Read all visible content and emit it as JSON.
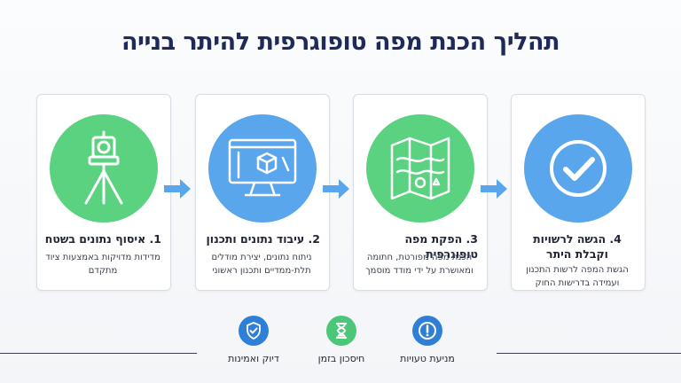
{
  "title": "תהליך הכנת מפה טופוגרפית להיתר בנייה",
  "steps": [
    {
      "title": "1. איסוף נתונים בשטח",
      "desc": "מדידות מדויקות באמצעות ציוד מתקדם",
      "icon": "total-station-tripod-icon",
      "color": "#5ad27f"
    },
    {
      "title": "2. עיבוד נתונים ותכנון",
      "desc": "ניתוח נתונים, יצירת מודלים תלת-ממדיים ותכנון ראשוני",
      "icon": "computer-3d-model-icon",
      "color": "#5aa6ec"
    },
    {
      "title": "3. הפקת מפה טופוגרפית",
      "desc": "הכנת מפה מפורטת, חתומה ומאושרת על ידי מודד מוסמך",
      "icon": "folded-map-icon",
      "color": "#5ad27f"
    },
    {
      "title": "4. הגשה לרשויות וקבלת היתר",
      "desc": "הגשת המפה לרשות התכנון ועמידה בדרישות החוק",
      "icon": "checkmark-icon",
      "color": "#5aa6ec"
    }
  ],
  "features": [
    {
      "label": "מניעת טעויות",
      "icon": "exclamation-icon",
      "color": "#2f7fd6"
    },
    {
      "label": "חיסכון בזמן",
      "icon": "hourglass-icon",
      "color": "#4cc678"
    },
    {
      "label": "דיוק ואמינות",
      "icon": "shield-check-icon",
      "color": "#2f7fd6"
    }
  ]
}
